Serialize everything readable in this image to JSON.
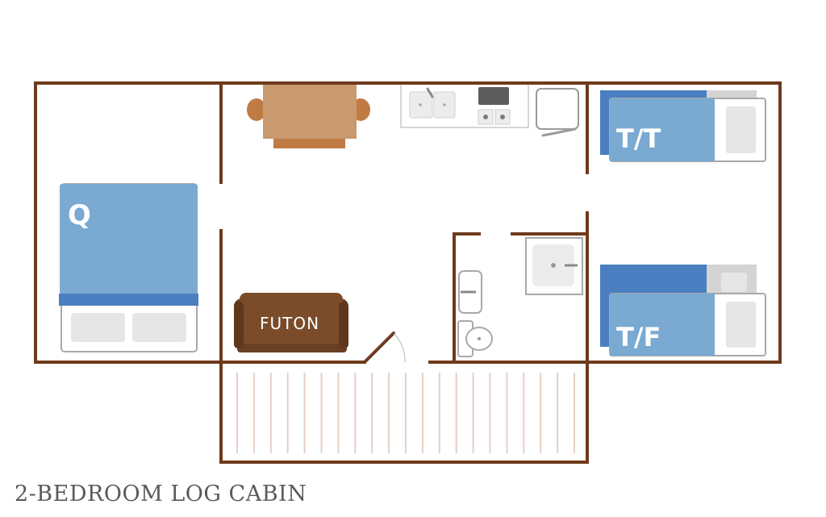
{
  "caption": "2-BEDROOM LOG CABIN",
  "rooms": {
    "queen_bedroom": {
      "bed_label": "Q"
    },
    "bunk_top": {
      "bed_label": "T/T"
    },
    "bunk_bottom": {
      "bed_label": "T/F"
    },
    "living_room": {
      "futon_label": "FUTON"
    }
  },
  "colors": {
    "wall": "#6e3a1c",
    "bed_blue": "#7aa9d2",
    "bed_dark_blue": "#4a7fc1",
    "pillow": "#e6e6e6",
    "table": "#c89a6e",
    "chair": "#c07b45",
    "futon": "#7a4c2a",
    "fixture_gray": "#9a9a9a",
    "deck_line": "#e6cfc4",
    "caption": "#5a5a5a"
  },
  "icons": [
    "queen-bed-icon",
    "bunk-bed-icon",
    "futon-icon",
    "dining-table-icon",
    "sink-icon",
    "stove-icon",
    "fridge-icon",
    "toilet-icon",
    "shower-icon",
    "door-swing-icon"
  ]
}
